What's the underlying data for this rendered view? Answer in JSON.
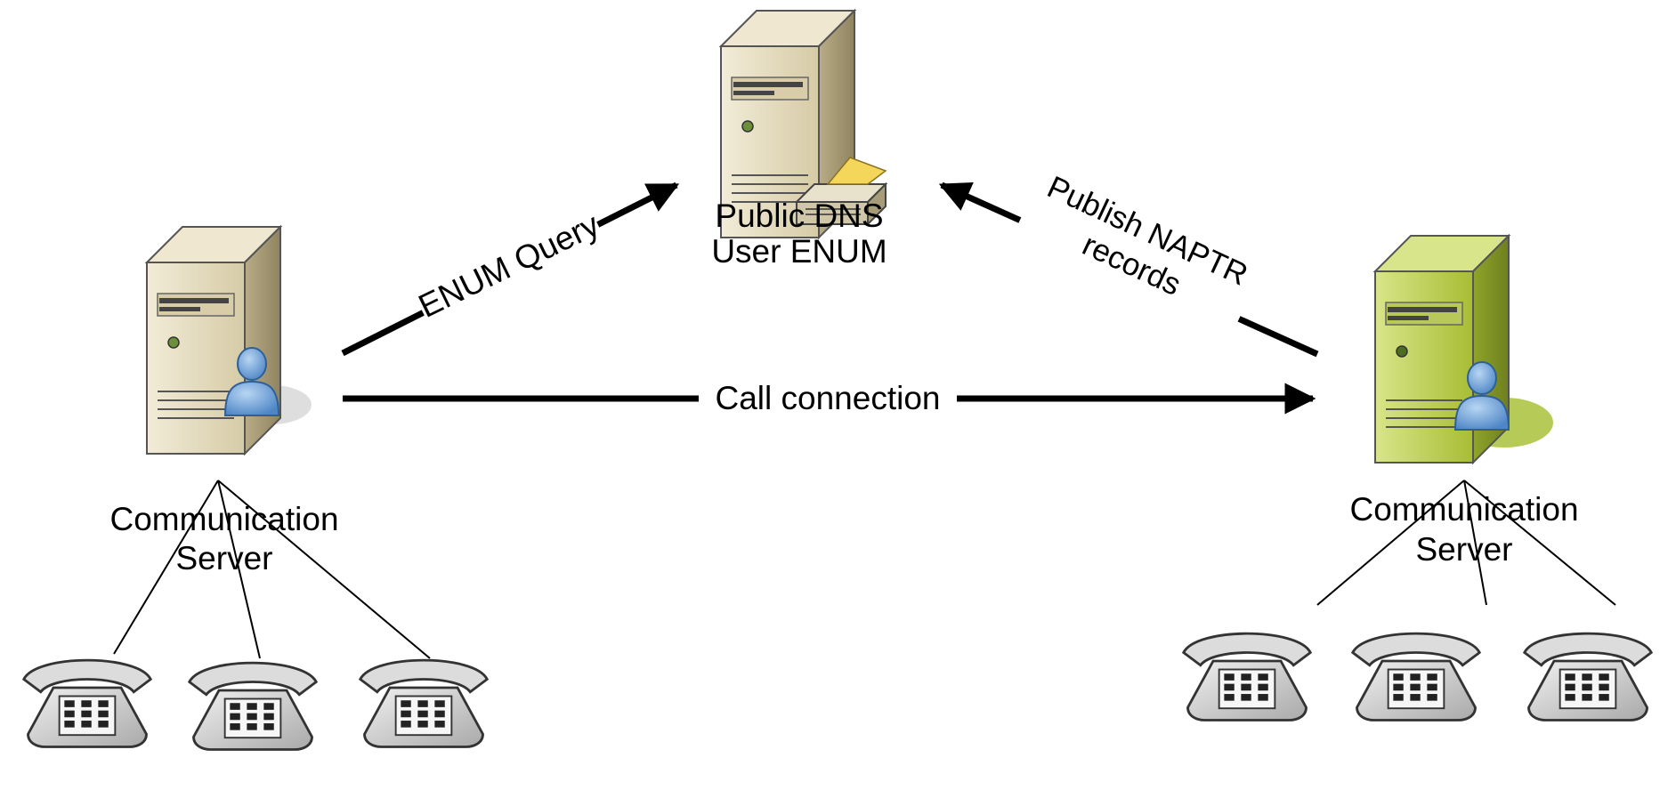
{
  "nodes": {
    "dns_server": {
      "line1": "Public DNS",
      "line2": "User ENUM",
      "icon": "server-with-printer-icon"
    },
    "left_server": {
      "line1": "Communication",
      "line2": "Server",
      "icon": "server-with-user-icon",
      "color": "#d8cfae"
    },
    "right_server": {
      "line1": "Communication",
      "line2": "Server",
      "icon": "server-with-user-icon",
      "color": "#b9cc3a"
    }
  },
  "edges": {
    "enum_query": "ENUM Query",
    "publish": {
      "line1": "Publish NAPTR",
      "line2": "records"
    },
    "call": "Call connection"
  },
  "phones": {
    "left_count": 3,
    "right_count": 3,
    "icon": "telephone-icon"
  },
  "colors": {
    "server_body": "#e6dcc0",
    "server_green": "#a9c23a",
    "user_blue": "#6a9fd6",
    "line": "#000000"
  }
}
